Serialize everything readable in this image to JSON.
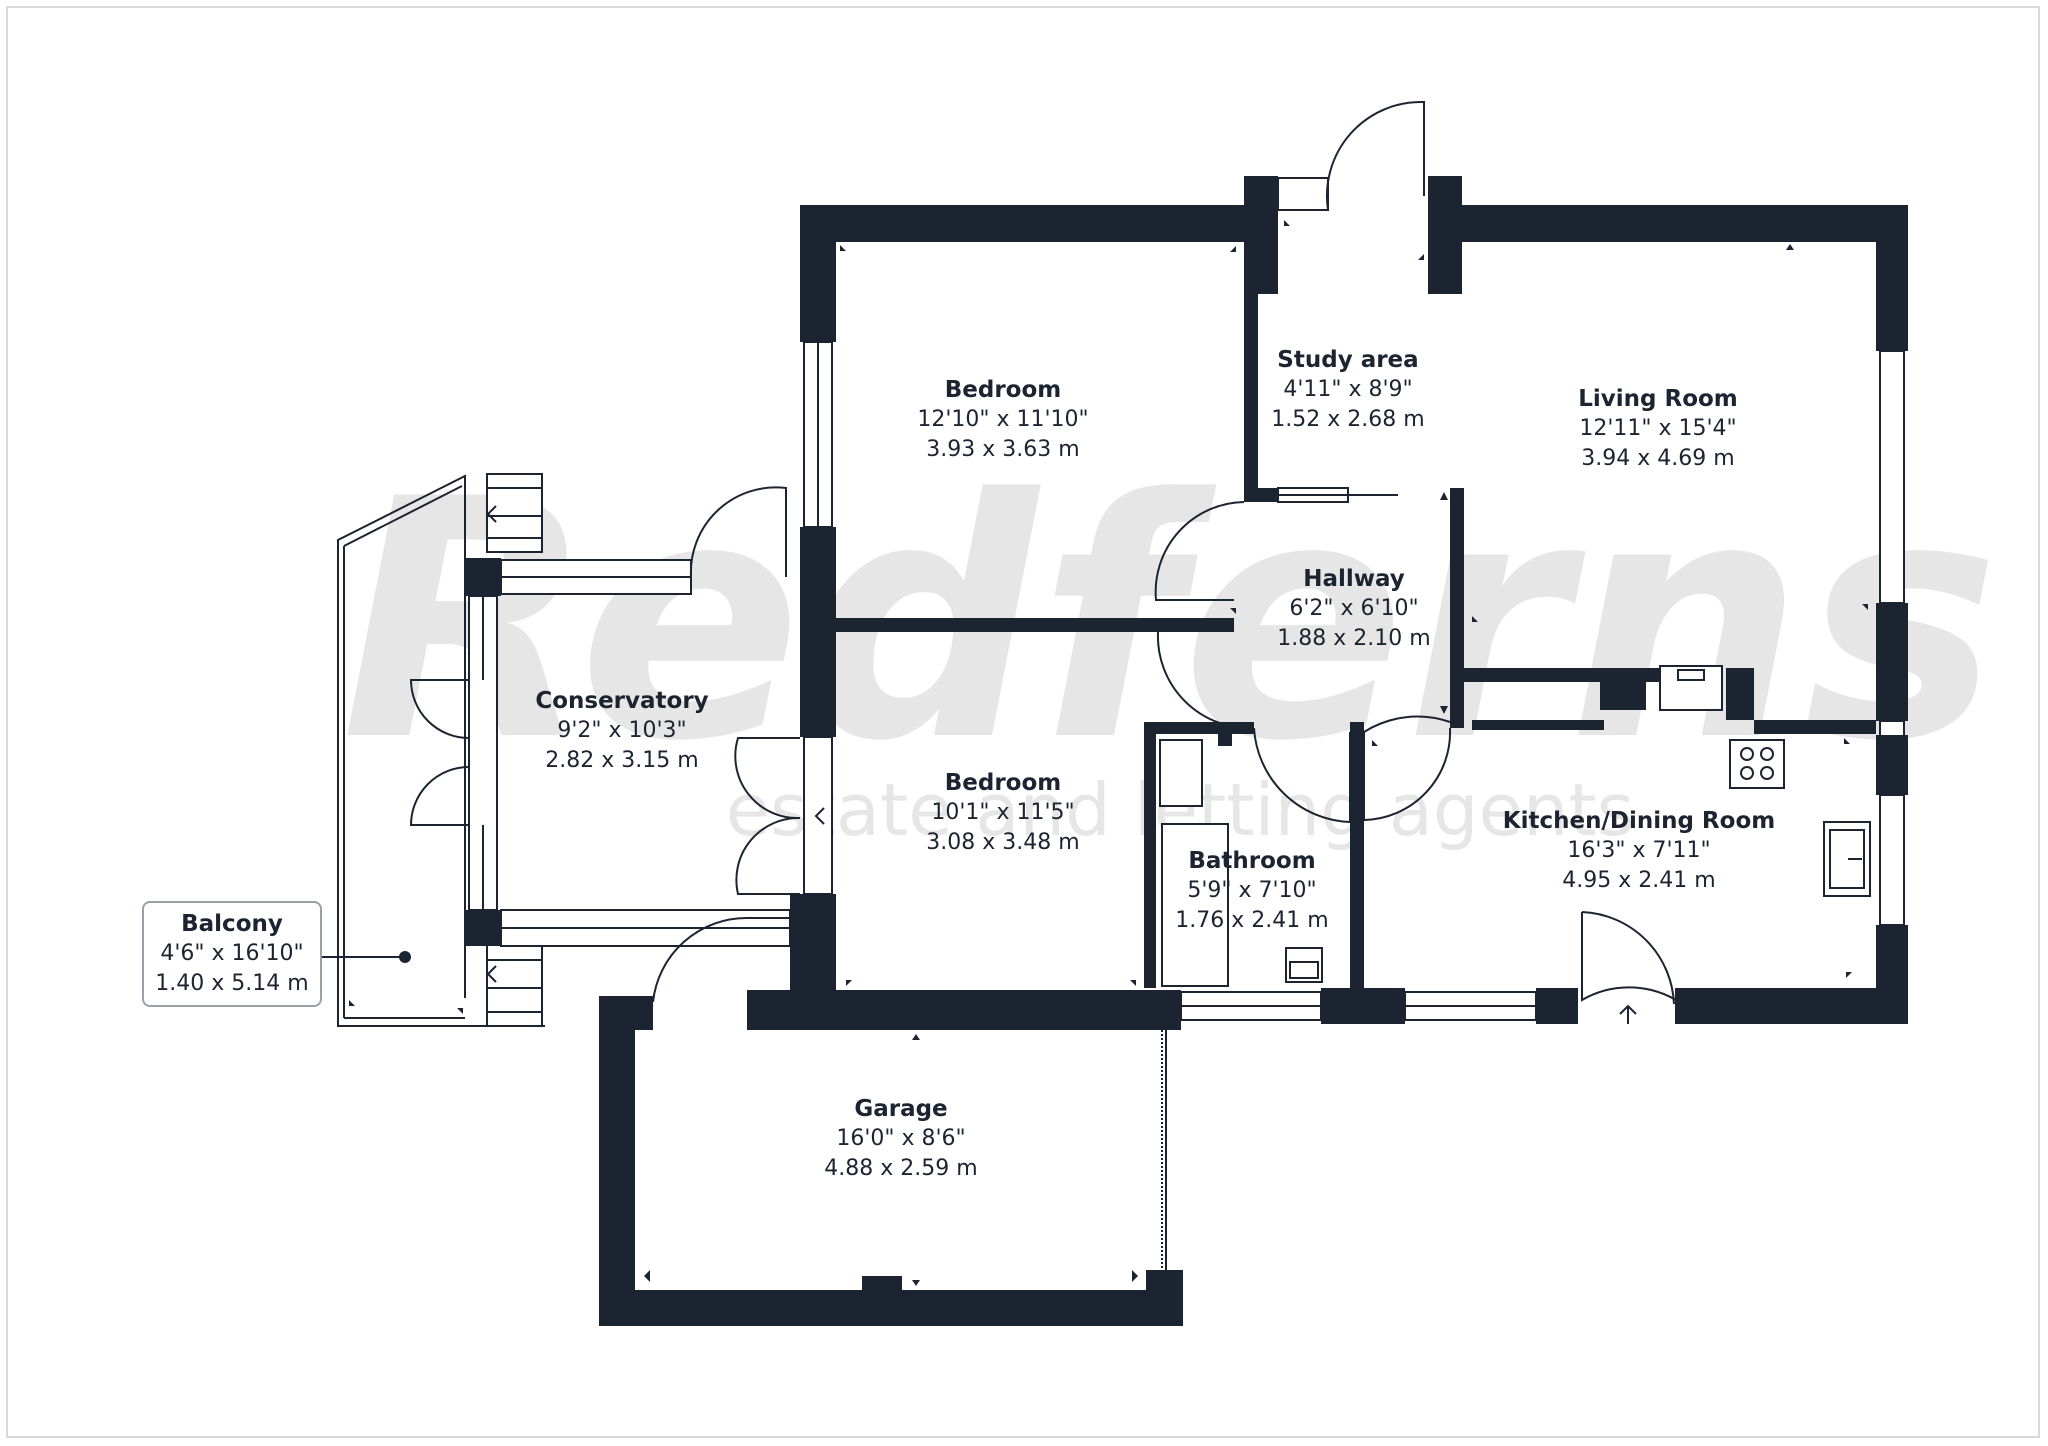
{
  "watermark": {
    "brand": "Redferns",
    "tagline": "estate and letting agents"
  },
  "rooms": {
    "bedroom1": {
      "name": "Bedroom",
      "imperial": "12'10\" x 11'10\"",
      "metric": "3.93 x 3.63 m"
    },
    "study": {
      "name": "Study area",
      "imperial": "4'11\" x 8'9\"",
      "metric": "1.52 x 2.68 m"
    },
    "living": {
      "name": "Living Room",
      "imperial": "12'11\" x 15'4\"",
      "metric": "3.94 x 4.69 m"
    },
    "hallway": {
      "name": "Hallway",
      "imperial": "6'2\" x 6'10\"",
      "metric": "1.88 x 2.10 m"
    },
    "conservatory": {
      "name": "Conservatory",
      "imperial": "9'2\" x 10'3\"",
      "metric": "2.82 x 3.15 m"
    },
    "bedroom2": {
      "name": "Bedroom",
      "imperial": "10'1\" x 11'5\"",
      "metric": "3.08 x 3.48 m"
    },
    "kitchen": {
      "name": "Kitchen/Dining Room",
      "imperial": "16'3\" x 7'11\"",
      "metric": "4.95 x 2.41 m"
    },
    "bathroom": {
      "name": "Bathroom",
      "imperial": "5'9\" x 7'10\"",
      "metric": "1.76 x 2.41 m"
    },
    "garage": {
      "name": "Garage",
      "imperial": "16'0\" x 8'6\"",
      "metric": "4.88 x 2.59 m"
    },
    "balcony": {
      "name": "Balcony",
      "imperial": "4'6\" x 16'10\"",
      "metric": "1.40 x 5.14 m"
    }
  }
}
